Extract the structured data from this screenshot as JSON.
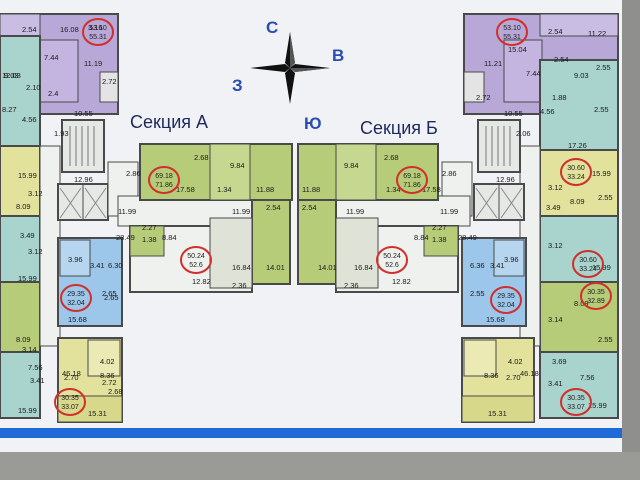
{
  "section_a_title": "Секция А",
  "section_b_title": "Секция Б",
  "compass": {
    "north": "С",
    "south": "Ю",
    "east": "В",
    "west": "З"
  },
  "colors": {
    "green": "#b7cc79",
    "yellow": "#e2e29c",
    "blue": "#9cc6ea",
    "teal": "#a9d3cd",
    "lavender": "#b8a8d8",
    "white_room": "#eef1ee",
    "wall": "#4a4a4a",
    "circle": "#d0302c",
    "accent_blue": "#1f6ad6"
  },
  "section_a_labels": {
    "left_column": [
      "12.03",
      "8.27",
      "4.56",
      "15.99",
      "3.12",
      "8.09",
      "3.49",
      "3.12",
      "15.99",
      "8.09",
      "3.14",
      "7.56",
      "3.41",
      "15.99",
      "2.65"
    ],
    "top_room": [
      "2.54",
      "16.08",
      "3.16",
      "7.44",
      "11.19",
      "2.4",
      "9.03",
      "2.10",
      "2.72",
      "10.55",
      "1.93"
    ],
    "center": [
      "2.68",
      "9.84",
      "1.34",
      "17.58",
      "11.88",
      "2.86",
      "2.54",
      "12.96",
      "11.99",
      "11.99",
      "28.49",
      "2.27",
      "1.38",
      "8.84",
      "6.30",
      "3.41",
      "3.96",
      "2.65",
      "16.84",
      "14.01",
      "12.82",
      "2.36",
      "15.68",
      "46.18",
      "4.02",
      "2.70",
      "8.36",
      "2.72",
      "2.68",
      "15.31"
    ],
    "circles": [
      {
        "line1": "53.10",
        "line2": "55.31"
      },
      {
        "line1": "69.18",
        "line2": "71.86"
      },
      {
        "line1": "50.24",
        "line2": "52.6"
      },
      {
        "line1": "29.35",
        "line2": "32.04"
      },
      {
        "line1": "30.35",
        "line2": "33.07"
      }
    ]
  },
  "section_b_labels": {
    "right_column": [
      "9.03",
      "2.55",
      "1.88",
      "4.56",
      "2.55",
      "17.26",
      "15.99",
      "3.12",
      "8.09",
      "3.49",
      "2.55",
      "3.12",
      "15.99",
      "8.09",
      "3.14",
      "3.69",
      "7.56",
      "3.41",
      "15.99",
      "2.55"
    ],
    "top_room": [
      "2.54",
      "11.22",
      "15.04",
      "11.21",
      "2.54",
      "7.44",
      "2.72",
      "10.55",
      "2.06"
    ],
    "center": [
      "2.68",
      "9.84",
      "1.34",
      "17.58",
      "11.88",
      "2.86",
      "2.54",
      "12.96",
      "11.99",
      "11.99",
      "28.49",
      "2.27",
      "1.38",
      "8.84",
      "6.36",
      "3.41",
      "3.96",
      "2.55",
      "16.84",
      "14.01",
      "12.82",
      "2.36",
      "15.68",
      "46.18",
      "4.02",
      "2.70",
      "8.36",
      "15.31"
    ],
    "circles": [
      {
        "line1": "53.10",
        "line2": "55.31"
      },
      {
        "line1": "69.18",
        "line2": "71.86"
      },
      {
        "line1": "50.24",
        "line2": "52.6"
      },
      {
        "line1": "29.35",
        "line2": "32.04"
      },
      {
        "line1": "30.35",
        "line2": "33.07"
      },
      {
        "line1": "30.60",
        "line2": "33.24"
      },
      {
        "line1": "30.60",
        "line2": "33.24"
      },
      {
        "line1": "30.35",
        "line2": "32.89"
      }
    ]
  }
}
